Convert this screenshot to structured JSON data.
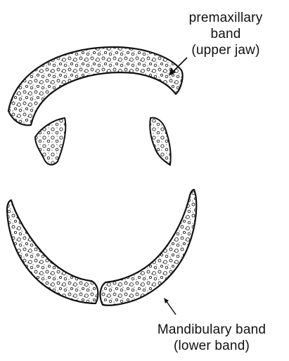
{
  "labels": {
    "upper": {
      "line1": "premaxillary",
      "line2": "band",
      "line3": "(upper jaw)"
    },
    "lower": {
      "line1": "Mandibulary band",
      "line2": "(lower band)"
    }
  }
}
